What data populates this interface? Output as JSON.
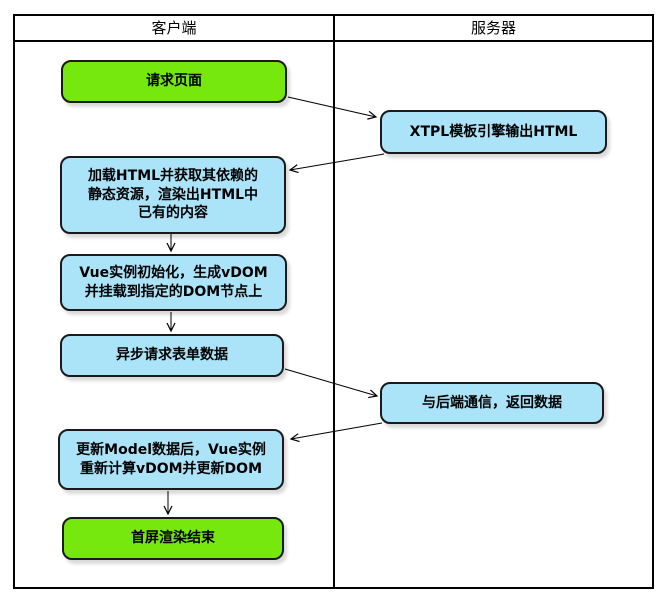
{
  "diagram": {
    "type": "swimlane-flowchart",
    "lanes": [
      {
        "id": "client",
        "label": "客户端"
      },
      {
        "id": "server",
        "label": "服务器"
      }
    ],
    "nodes": {
      "request_page": {
        "label": "请求页面",
        "lane": "client",
        "kind": "start"
      },
      "xtpl_output": {
        "label": "XTPL模板引擎输出HTML",
        "lane": "server",
        "kind": "process"
      },
      "load_html": {
        "label": "加载HTML并获取其依赖的\n静态资源，渲染出HTML中\n已有的内容",
        "lane": "client",
        "kind": "process"
      },
      "vue_init": {
        "label": "Vue实例初始化，生成vDOM\n并挂载到指定的DOM节点上",
        "lane": "client",
        "kind": "process"
      },
      "async_request": {
        "label": "异步请求表单数据",
        "lane": "client",
        "kind": "process"
      },
      "backend_comm": {
        "label": "与后端通信，返回数据",
        "lane": "server",
        "kind": "process"
      },
      "update_model": {
        "label": "更新Model数据后，Vue实例\n重新计算vDOM并更新DOM",
        "lane": "client",
        "kind": "process"
      },
      "first_screen": {
        "label": "首屏渲染结束",
        "lane": "client",
        "kind": "end"
      }
    },
    "edges": [
      {
        "from": "request_page",
        "to": "xtpl_output"
      },
      {
        "from": "xtpl_output",
        "to": "load_html"
      },
      {
        "from": "load_html",
        "to": "vue_init"
      },
      {
        "from": "vue_init",
        "to": "async_request"
      },
      {
        "from": "async_request",
        "to": "backend_comm"
      },
      {
        "from": "backend_comm",
        "to": "update_model"
      },
      {
        "from": "update_model",
        "to": "first_screen"
      }
    ],
    "colors": {
      "start_end_fill": "#76E80D",
      "process_fill": "#ABE3F8",
      "node_border": "#1a1a1a",
      "frame_border": "#000000",
      "edge_line": "#000000",
      "background": "#ffffff"
    }
  }
}
